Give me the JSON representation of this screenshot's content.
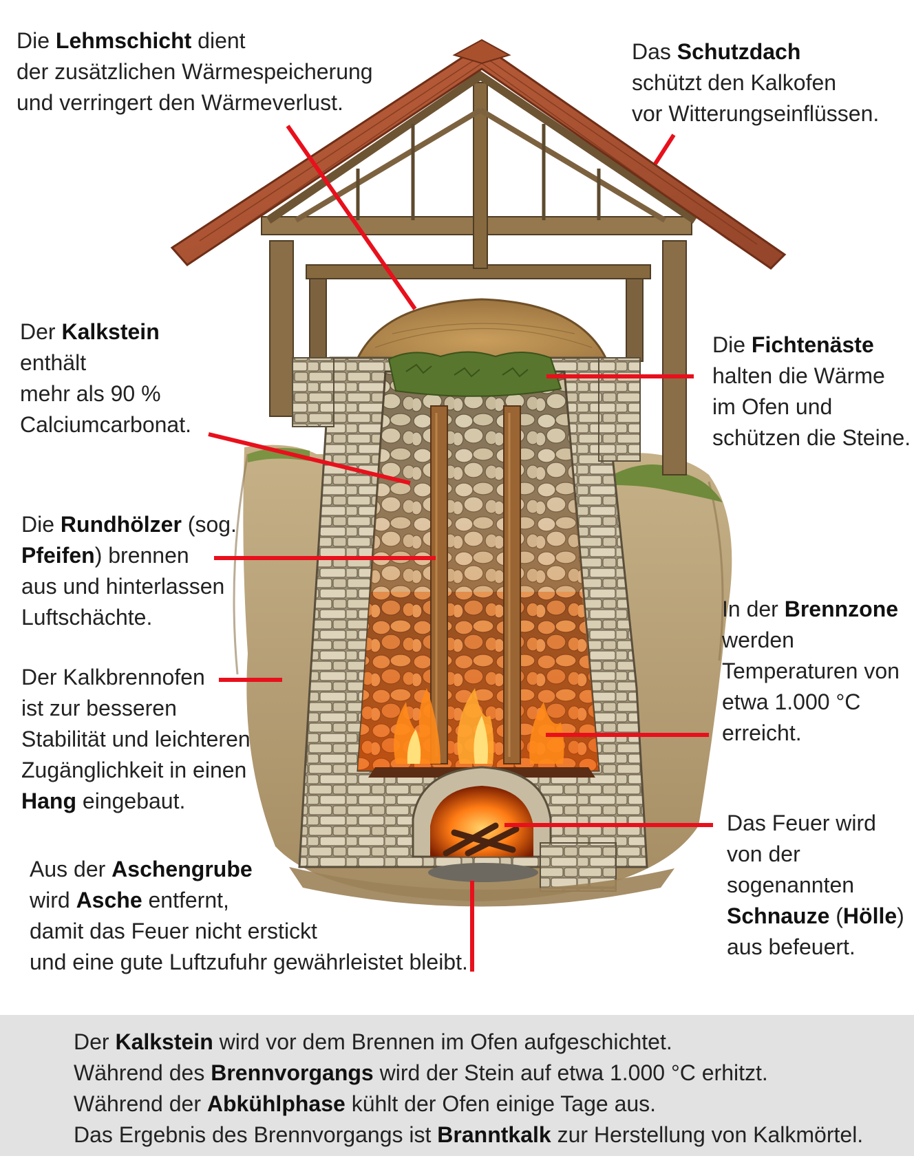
{
  "colors": {
    "leader": "#e8101c",
    "footer_bg": "#e2e2e2",
    "text": "#222222"
  },
  "labels": {
    "lehmschicht": {
      "line1_pre": "Die ",
      "line1_bold": "Lehmschicht",
      "line1_post": " dient",
      "line2": "der zusätzlichen Wärmespeicherung",
      "line3": "und verringert den Wärmeverlust."
    },
    "schutzdach": {
      "line1_pre": "Das ",
      "line1_bold": "Schutzdach",
      "line2": "schützt den Kalkofen",
      "line3": "vor Witterungseinflüssen."
    },
    "kalkstein": {
      "line1_pre": "Der ",
      "line1_bold": "Kalkstein",
      "line2": "enthält",
      "line3": "mehr als 90 %",
      "line4": "Calciumcarbonat."
    },
    "fichtenaeste": {
      "line1_pre": "Die ",
      "line1_bold": "Fichtenäste",
      "line2": "halten die Wärme",
      "line3": "im Ofen und",
      "line4": "schützen die Steine."
    },
    "rundhoelzer": {
      "line1_pre": "Die ",
      "line1_bold": "Rundhölzer",
      "line1_post": " (sog.",
      "line2_bold": "Pfeifen",
      "line2_post": ") brennen",
      "line3": "aus und hinterlassen",
      "line4": "Luftschächte."
    },
    "brennzone": {
      "line1_pre": "In der ",
      "line1_bold": "Brennzone",
      "line2": "werden",
      "line3": "Temperaturen von",
      "line4": "etwa 1.000 °C",
      "line5": "erreicht."
    },
    "hang": {
      "line1": "Der Kalkbrennofen",
      "line2": "ist zur besseren",
      "line3": "Stabilität und leichteren",
      "line4": "Zugänglichkeit in einen",
      "line5_bold": "Hang",
      "line5_post": " eingebaut."
    },
    "schnauze": {
      "line1": "Das Feuer wird",
      "line2": "von der",
      "line3": "sogenannten",
      "line4_bold": "Schnauze",
      "line4_mid": " (",
      "line4_bold2": "Hölle",
      "line4_post": ")",
      "line5": "aus befeuert."
    },
    "aschengrube": {
      "line1_pre": "Aus der ",
      "line1_bold": "Aschengrube",
      "line2_pre": "wird ",
      "line2_bold": "Asche",
      "line2_post": " entfernt,",
      "line3": "damit das Feuer nicht erstickt",
      "line4": "und eine gute Luftzufuhr gewährleistet bleibt."
    }
  },
  "footer": {
    "line1_pre": "Der ",
    "line1_bold": "Kalkstein",
    "line1_post": " wird vor dem Brennen im Ofen aufgeschichtet.",
    "line2_pre": "Während des ",
    "line2_bold": "Brennvorgangs",
    "line2_post": " wird der Stein auf etwa 1.000 °C erhitzt.",
    "line3_pre": "Während der ",
    "line3_bold": "Abkühlphase",
    "line3_post": " kühlt der Ofen einige Tage aus.",
    "line4_pre": "Das Ergebnis des Brennvorgangs ist ",
    "line4_bold": "Branntkalk",
    "line4_post": " zur Herstellung von Kalkmörtel."
  }
}
